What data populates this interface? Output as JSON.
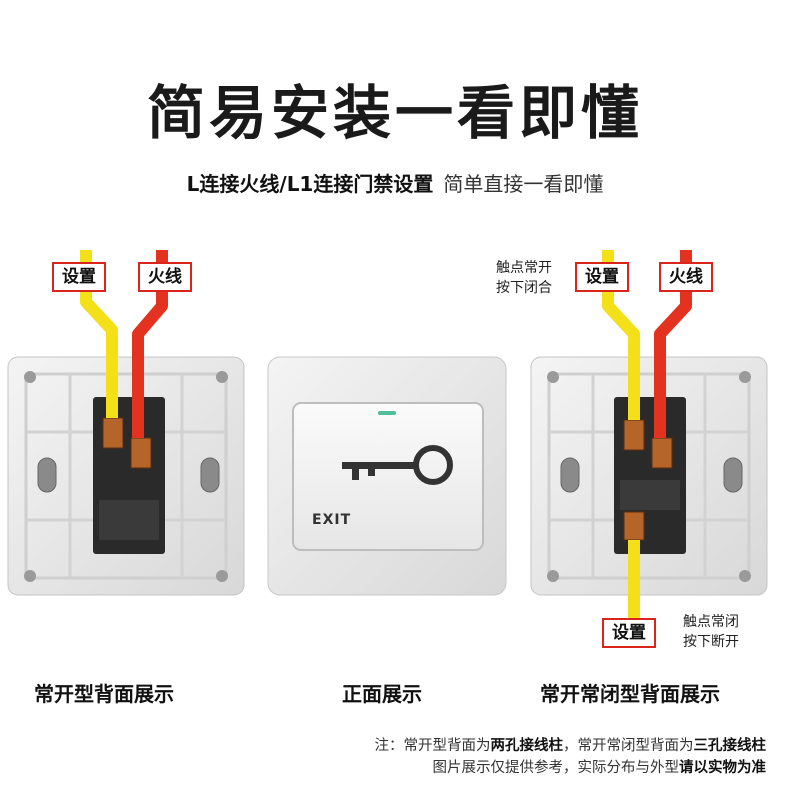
{
  "title": "简易安装一看即懂",
  "subtitle": {
    "bold": "L连接火线/L1连接门禁设置",
    "light": "简单直接一看即懂"
  },
  "panels": {
    "left": {
      "tag_setting": "设置",
      "tag_live": "火线",
      "caption": "常开型背面展示"
    },
    "middle": {
      "button_text": "EXIT",
      "caption": "正面展示"
    },
    "right": {
      "note_top_1": "触点常开",
      "note_top_2": "按下闭合",
      "tag_setting": "设置",
      "tag_live": "火线",
      "note_bottom_1": "触点常闭",
      "note_bottom_2": "按下断开",
      "tag_setting_bottom": "设置",
      "caption": "常开常闭型背面展示"
    }
  },
  "footer": {
    "line1_a": "注：常开型背面为",
    "line1_b": "两孔接线柱",
    "line1_c": "，常开常闭型背面为",
    "line1_d": "三孔接线柱",
    "line2_a": "图片展示仅提供参考，实际分布与外型",
    "line2_b": "请以实物为准"
  },
  "colors": {
    "wire_yellow": "#f3e019",
    "wire_red": "#e3321f",
    "tag_border": "#d9251c"
  }
}
